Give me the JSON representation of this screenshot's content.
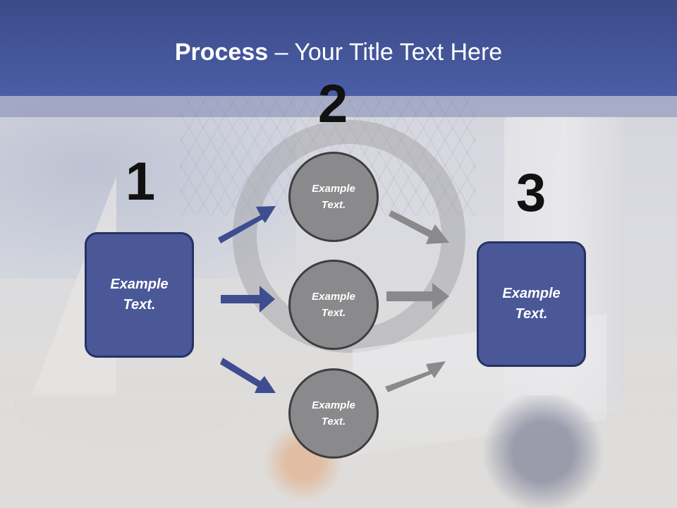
{
  "slide": {
    "title_bold": "Process",
    "title_rest": " – Your Title Text Here",
    "step_numbers": [
      "1",
      "2",
      "3"
    ],
    "left_box": {
      "text": "Example Text."
    },
    "circles": [
      {
        "text": "Example Text."
      },
      {
        "text": "Example Text."
      },
      {
        "text": "Example Text."
      }
    ],
    "right_box": {
      "text": "Example Text."
    },
    "colors": {
      "title_band": "#4b5ea6",
      "box_fill": "#4a5898",
      "box_border": "#273266",
      "circle_fill": "#8a8a8c",
      "arrow_blue": "#3e4d8f",
      "arrow_gray": "#8a8a8c"
    }
  }
}
